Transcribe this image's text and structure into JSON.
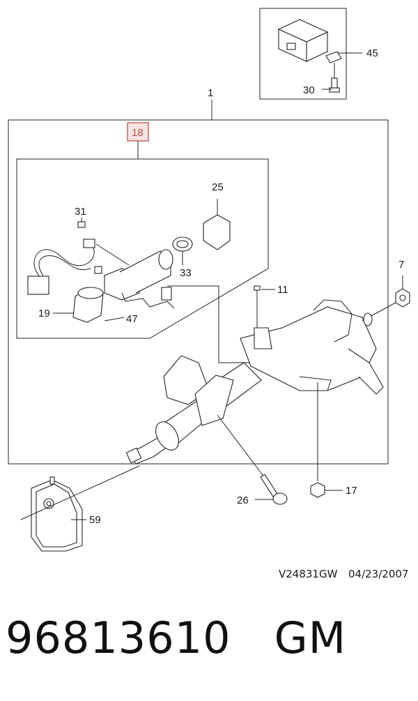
{
  "callouts": {
    "c1": "1",
    "c18": "18",
    "c45": "45",
    "c30": "30",
    "c25": "25",
    "c31": "31",
    "c33": "33",
    "c11": "11",
    "c7": "7",
    "c19": "19",
    "c47": "47",
    "c26": "26",
    "c17": "17",
    "c59": "59"
  },
  "drawing_ref": {
    "code": "V24831GW",
    "date": "04/23/2007"
  },
  "part_number": {
    "number": "96813610",
    "brand": "GM"
  },
  "colors": {
    "highlight_box": "#c0504d",
    "highlight_fill": "#f6e3e2",
    "line": "#222222"
  }
}
